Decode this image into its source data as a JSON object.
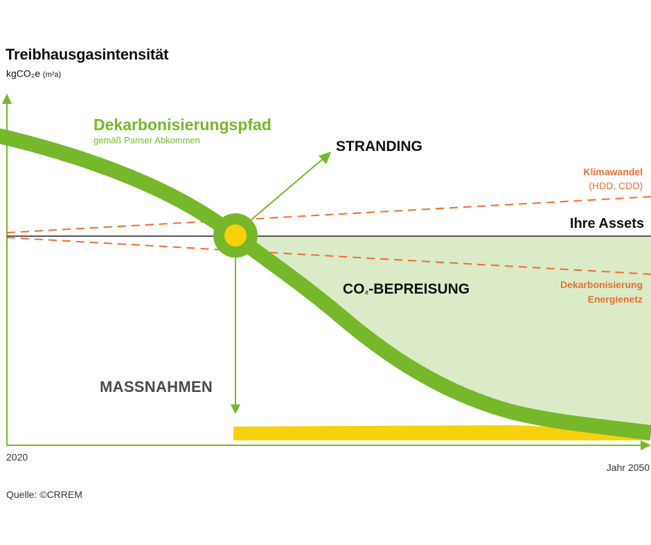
{
  "title": "Treibhausgasintensität",
  "unit": {
    "main": "kgCO₂e",
    "sub": "(m²a)"
  },
  "colors": {
    "green": "#76b82a",
    "light_green_fill": "#dbebc7",
    "yellow": "#f8d10a",
    "orange": "#f26b2e",
    "asset_line": "#555555",
    "text_dark": "#111111",
    "text_gray": "#4a4a4a"
  },
  "chart_data": {
    "type": "line",
    "title": "Treibhausgasintensität",
    "ylabel": "kgCO₂e (m²a)",
    "xlabel": "Jahr",
    "x_start_label": "2020",
    "x_end_label": "Jahr 2050",
    "x_range": [
      2020,
      2050
    ],
    "grid": false,
    "series": [
      {
        "name": "Dekarbonisierungspfad",
        "subtitle": "gemäß Pariser Abkommen",
        "style": "thick-green-curve",
        "description": "Declining decarbonisation pathway from high intensity in 2020 to low intensity in 2050"
      },
      {
        "name": "Ihre Assets",
        "style": "solid-gray-line",
        "description": "Constant asset emission intensity"
      },
      {
        "name": "Klimawandel",
        "subtitle": "(HDD, CDD)",
        "style": "dashed-orange-rising"
      },
      {
        "name": "Dekarbonisierung Energienetz",
        "style": "dashed-orange-falling"
      }
    ],
    "annotations": {
      "stranding_point": "Stranding point where asset line crosses the pathway",
      "stranding": "STRANDING",
      "co2_pricing": "CO₂-BEPREISUNG",
      "measures": "MASSNAHMEN"
    }
  },
  "labels": {
    "path_title": "Dekarbonisierungspfad",
    "path_subtitle": "gemäß Pariser Abkommen",
    "stranding": "STRANDING",
    "klima_title": "Klimawandel",
    "klima_sub": "(HDD, CDD)",
    "assets": "Ihre Assets",
    "co2_main": "CO",
    "co2_sub": "₂",
    "co2_rest": "-BEPREISUNG",
    "deka_line1": "Dekarbonisierung",
    "deka_line2": "Energienetz",
    "massnahmen": "MASSNAHMEN",
    "x_start": "2020",
    "x_end": "Jahr 2050",
    "source": "Quelle: ©CRREM"
  }
}
